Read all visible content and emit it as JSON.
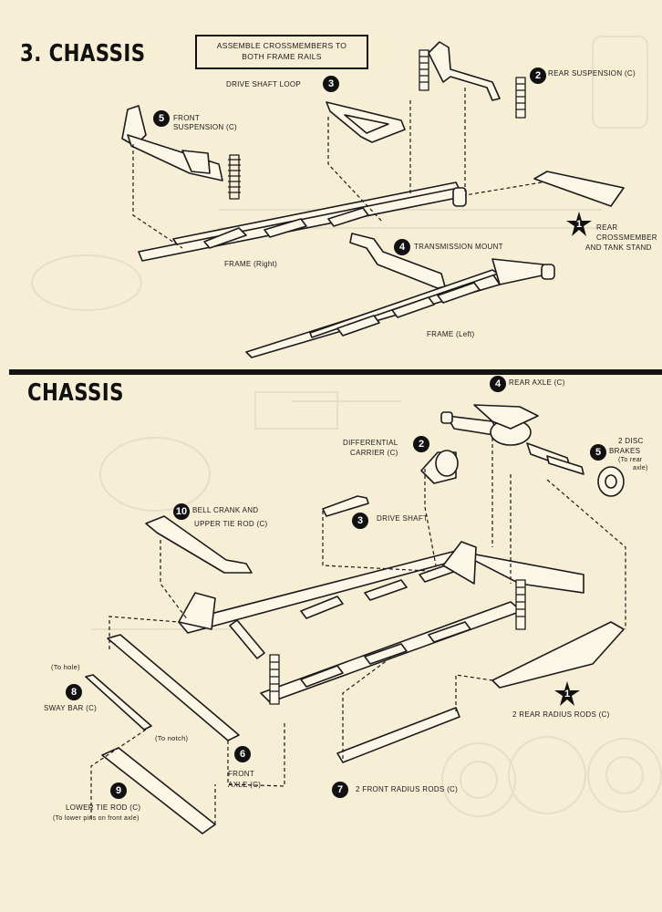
{
  "section1": {
    "title": "3. CHASSIS",
    "note": {
      "line1": "ASSEMBLE CROSSMEMBERS TO",
      "line2": "BOTH FRAME RAILS"
    },
    "callouts": [
      {
        "num": "3",
        "label": "DRIVE SHAFT LOOP"
      },
      {
        "num": "2",
        "label": "REAR SUSPENSION (C)"
      },
      {
        "num": "5",
        "line1": "FRONT",
        "line2": "SUSPENSION (C)"
      },
      {
        "num": "4",
        "label": "TRANSMISSION MOUNT"
      },
      {
        "num": "1",
        "line1": "REAR",
        "line2": "CROSSMEMBER",
        "line3": "AND TANK STAND"
      }
    ],
    "labels": {
      "frame_right": "FRAME (Right)",
      "frame_left": "FRAME (Left)"
    }
  },
  "section2": {
    "title": "CHASSIS",
    "callouts": [
      {
        "num": "4",
        "label": "REAR AXLE (C)"
      },
      {
        "num": "2",
        "line1": "DIFFERENTIAL",
        "line2": "CARRIER (C)"
      },
      {
        "num": "5",
        "line1": "2 DISC",
        "line2": "BRAKES",
        "line3": "(To rear",
        "line4": "axle)"
      },
      {
        "num": "10",
        "line1": "BELL CRANK AND",
        "line2": "UPPER TIE ROD (C)"
      },
      {
        "num": "3",
        "label": "DRIVE SHAFT"
      },
      {
        "num": "8",
        "label": "SWAY BAR (C)"
      },
      {
        "num": "6",
        "line1": "FRONT",
        "line2": "AXLE (C)"
      },
      {
        "num": "7",
        "label": "2 FRONT  RADIUS RODS (C)"
      },
      {
        "num": "9",
        "label": "LOWER TIE ROD (C)"
      },
      {
        "num": "1",
        "label": "2 REAR RADIUS RODS (C)"
      }
    ],
    "notes": {
      "to_hole": "(To hole)",
      "to_notch": "(To notch)",
      "lower_pins": "(To lower pins on front axle)"
    }
  }
}
